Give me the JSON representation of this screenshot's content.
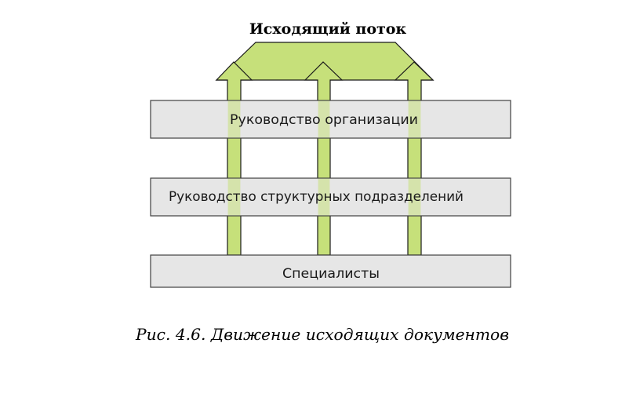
{
  "diagram": {
    "header": "Исходящий поток",
    "levels": [
      "Руководство организации",
      "Руководство  структурных  подразделений",
      "Специалисты"
    ],
    "caption": "Рис. 4.6. Движение исходящих документов"
  },
  "colors": {
    "arrow_fill": "#c6e07a",
    "box_fill": "#e6e6e6",
    "outline": "#1a1a1a"
  }
}
